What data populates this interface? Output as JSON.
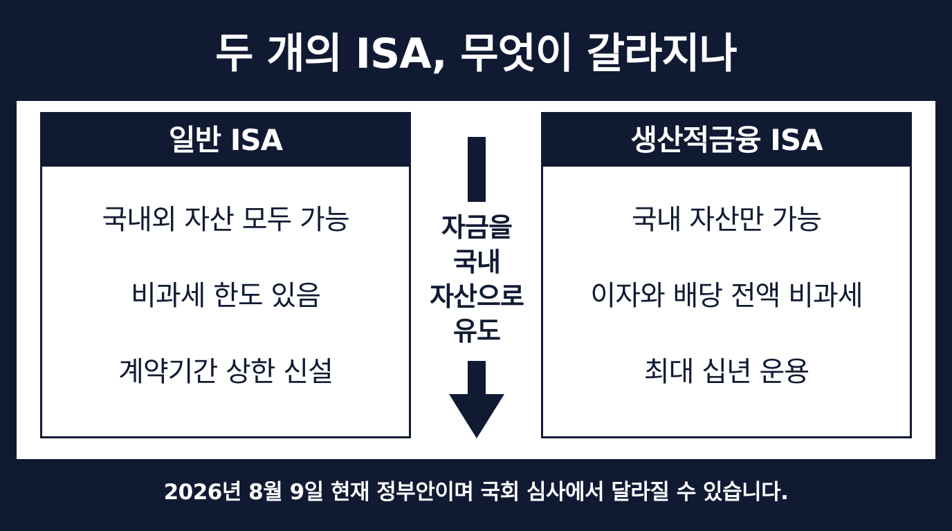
{
  "title": "두 개의 ISA, 무엇이 갈라지나",
  "left_box": {
    "header": "일반 ISA",
    "items": [
      "국내외 자산 모두 가능",
      "비과세 한도 있음",
      "계약기간 상한 신설"
    ]
  },
  "right_box": {
    "header": "생산적금융 ISA",
    "items": [
      "국내 자산만 가능",
      "이자와 배당 전액 비과세",
      "최대 십년 운용"
    ]
  },
  "arrow": {
    "lines": [
      "자금을",
      "국내",
      "자산으로",
      "유도"
    ]
  },
  "footnote": "2026년 8월 9일 현재 정부안이며 국회 심사에서 달라질 수 있습니다.",
  "colors": {
    "navy": "#111a33",
    "white": "#ffffff"
  },
  "icons": {
    "arrow": "down-arrow-icon"
  }
}
